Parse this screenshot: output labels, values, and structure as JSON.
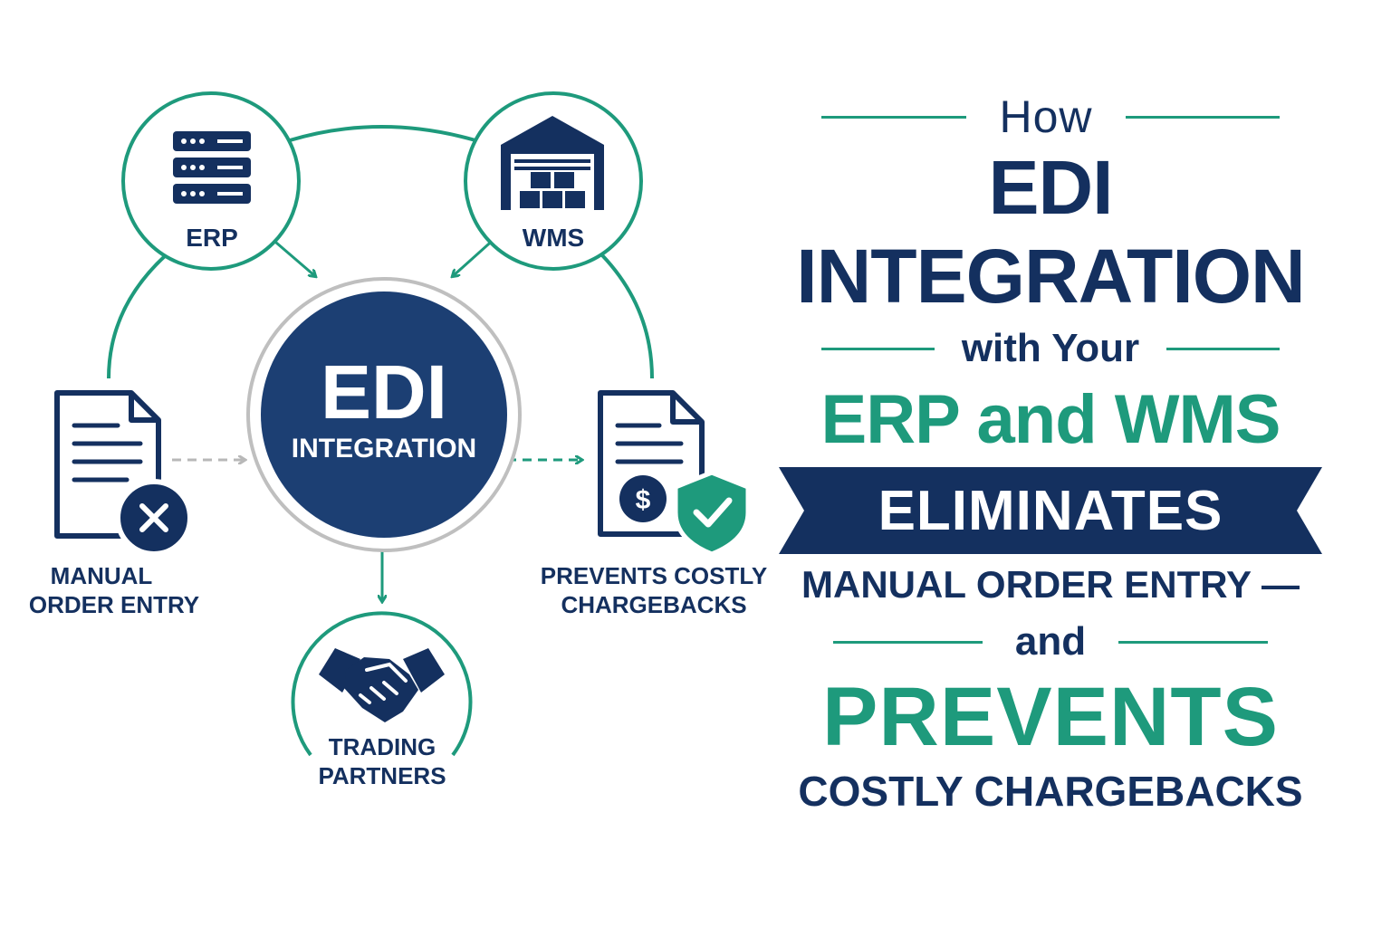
{
  "diagram": {
    "hub": {
      "title": "EDI",
      "subtitle": "INTEGRATION"
    },
    "nodes": {
      "erp": {
        "label": "ERP",
        "icon": "server-rack-icon"
      },
      "wms": {
        "label": "WMS",
        "icon": "warehouse-icon"
      },
      "manual": {
        "line1": "MANUAL",
        "line2": "ORDER ENTRY",
        "icon": "document-x-icon"
      },
      "prevents": {
        "line1": "PREVENTS COSTLY",
        "line2": "CHARGEBACKS",
        "icon": "invoice-shield-check-icon"
      },
      "trading": {
        "line1": "TRADING",
        "line2": "PARTNERS",
        "icon": "handshake-icon"
      }
    }
  },
  "headline": {
    "how": "How",
    "edi_integration": "EDI INTEGRATION",
    "with_your": "with Your",
    "erp_and_wms": "ERP and WMS",
    "eliminates": "ELIMINATES",
    "manual_order_entry": "MANUAL ORDER ENTRY —",
    "and": "and",
    "prevents": "PREVENTS",
    "costly_chargebacks": "COSTLY CHARGEBACKS"
  },
  "colors": {
    "navy": "#14305f",
    "green": "#1e9a7c",
    "gray": "#b8b8b8",
    "white": "#ffffff"
  }
}
